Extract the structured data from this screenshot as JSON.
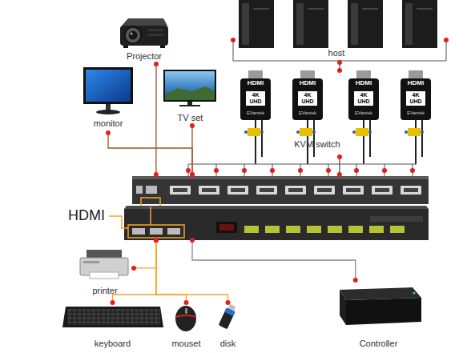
{
  "diagram": {
    "nodes": [
      {
        "text": [
          "Projector"
        ]
      },
      {
        "text": [
          "host"
        ]
      },
      {
        "text": [
          "monitor"
        ]
      },
      {
        "text": [
          "TV set"
        ]
      },
      {
        "text": [
          "KVM switch"
        ]
      },
      {
        "text": [
          "HDMI"
        ]
      },
      {
        "text": [
          "printer"
        ]
      },
      {
        "text": [
          "keyboard"
        ]
      },
      {
        "text": [
          "mouset"
        ]
      },
      {
        "text": [
          "disk"
        ]
      },
      {
        "text": [
          "Controller"
        ]
      }
    ],
    "edges": [
      {
        "from": 0,
        "to": 5,
        "arrow": "none"
      },
      {
        "from": 2,
        "to": 5,
        "arrow": "none"
      },
      {
        "from": 3,
        "to": 5,
        "arrow": "none"
      },
      {
        "from": 1,
        "to": 4,
        "arrow": "none"
      },
      {
        "from": 4,
        "to": 5,
        "arrow": "none"
      },
      {
        "from": 6,
        "to": 5,
        "arrow": "none"
      },
      {
        "from": 7,
        "to": 5,
        "arrow": "none"
      },
      {
        "from": 8,
        "to": 5,
        "arrow": "none"
      },
      {
        "from": 9,
        "to": 5,
        "arrow": "none"
      },
      {
        "from": 10,
        "to": 5,
        "arrow": "none"
      }
    ],
    "labels": [
      "HDMI",
      "4K",
      "UHD",
      "EVantek",
      "HDMI",
      "4K",
      "UHD",
      "EVantek",
      "HDMI",
      "4K",
      "UHD",
      "EVantek",
      "HDMI",
      "4K",
      "UHD",
      "EVantek"
    ]
  }
}
